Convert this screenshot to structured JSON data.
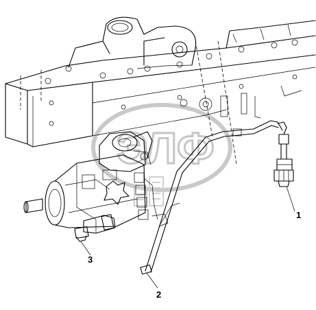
{
  "diagram": {
    "callouts": [
      {
        "id": "callout-1",
        "label": "1"
      },
      {
        "id": "callout-2",
        "label": "2"
      },
      {
        "id": "callout-3",
        "label": "3"
      }
    ],
    "watermark": {
      "text": "ЭЛФ",
      "color": "#c9c9c9"
    },
    "line_color": "#000000",
    "background": "#ffffff"
  }
}
